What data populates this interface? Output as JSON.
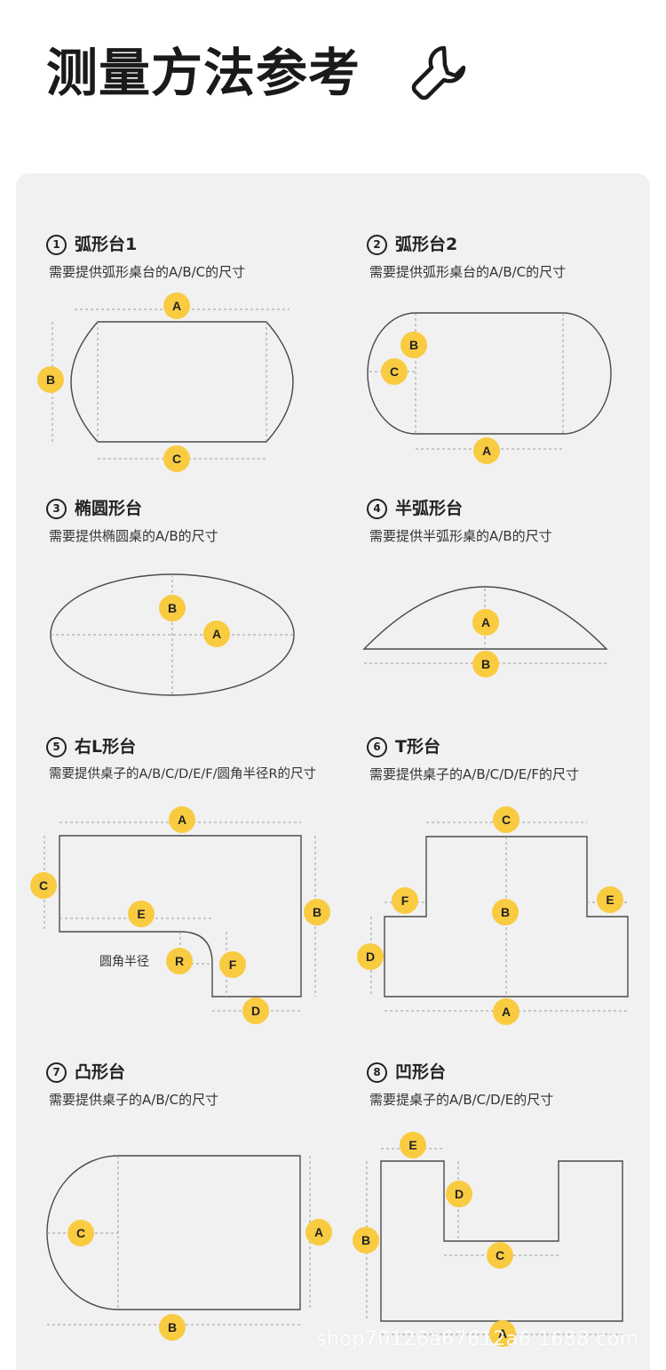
{
  "page": {
    "title": "测量方法参考",
    "icon": "wrench-icon"
  },
  "colors": {
    "accent": "#f9cb41",
    "line": "#4a4a4a",
    "dash": "#9a9a9a",
    "panel": "#f1f1f1"
  },
  "sections": [
    {
      "num": "1",
      "name": "弧形台1",
      "desc": "需要提供弧形桌台的A/B/C的尺寸",
      "labels": [
        "A",
        "B",
        "C"
      ]
    },
    {
      "num": "2",
      "name": "弧形台2",
      "desc": "需要提供弧形桌台的A/B/C的尺寸",
      "labels": [
        "B",
        "C",
        "A"
      ]
    },
    {
      "num": "3",
      "name": "椭圆形台",
      "desc": "需要提供椭圆桌的A/B的尺寸",
      "labels": [
        "B",
        "A"
      ]
    },
    {
      "num": "4",
      "name": "半弧形台",
      "desc": "需要提供半弧形桌的A/B的尺寸",
      "labels": [
        "A",
        "B"
      ]
    },
    {
      "num": "5",
      "name": "右L形台",
      "desc": "需要提供桌子的A/B/C/D/E/F/圆角半径R的尺寸",
      "labels": [
        "A",
        "C",
        "E",
        "B",
        "R",
        "F",
        "D"
      ],
      "note": "圆角半径"
    },
    {
      "num": "6",
      "name": "T形台",
      "desc": "需要提供桌子的A/B/C/D/E/F的尺寸",
      "labels": [
        "C",
        "F",
        "B",
        "E",
        "D",
        "A"
      ]
    },
    {
      "num": "7",
      "name": "凸形台",
      "desc": "需要提供桌子的A/B/C的尺寸",
      "labels": [
        "C",
        "A",
        "B"
      ]
    },
    {
      "num": "8",
      "name": "凹形台",
      "desc": "需要提桌子的A/B/C/D/E的尺寸",
      "labels": [
        "E",
        "D",
        "B",
        "C",
        "A"
      ]
    }
  ],
  "watermark": "shop70126a67612a6.1688.com"
}
